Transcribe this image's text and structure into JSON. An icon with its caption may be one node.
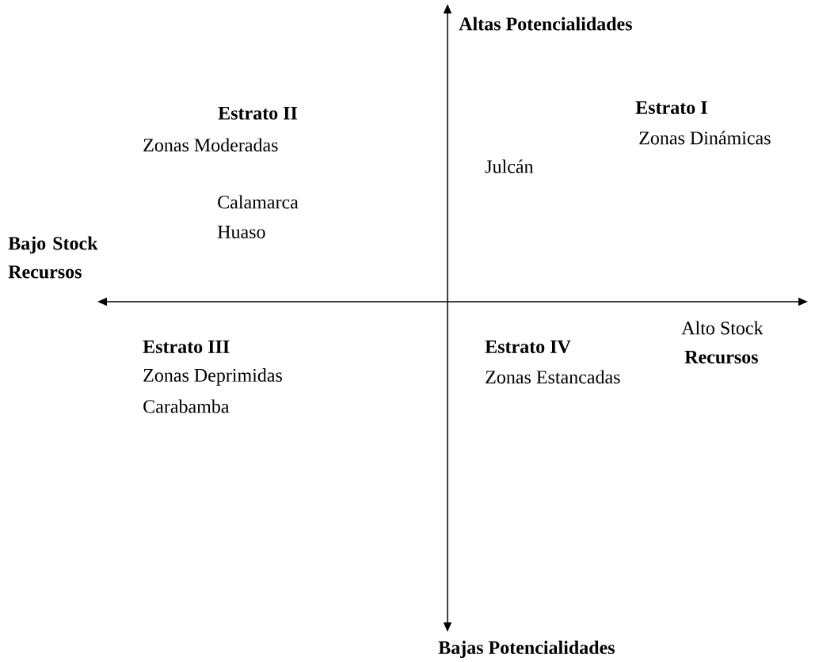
{
  "diagram": {
    "labels": [
      "Altas Potencialidades",
      "Estrato II",
      "Estrato I",
      "Zonas Moderadas",
      "Zonas Dinámicas",
      "Julcán",
      "Calamarca",
      "Huaso",
      "Bajo Stock Recursos",
      "Alto Stock",
      "Estrato III",
      "Estrato IV",
      "Recursos",
      "Zonas Deprimidas",
      "Zonas Estancadas",
      "Carabamba",
      "Bajas Potencialidades"
    ]
  }
}
